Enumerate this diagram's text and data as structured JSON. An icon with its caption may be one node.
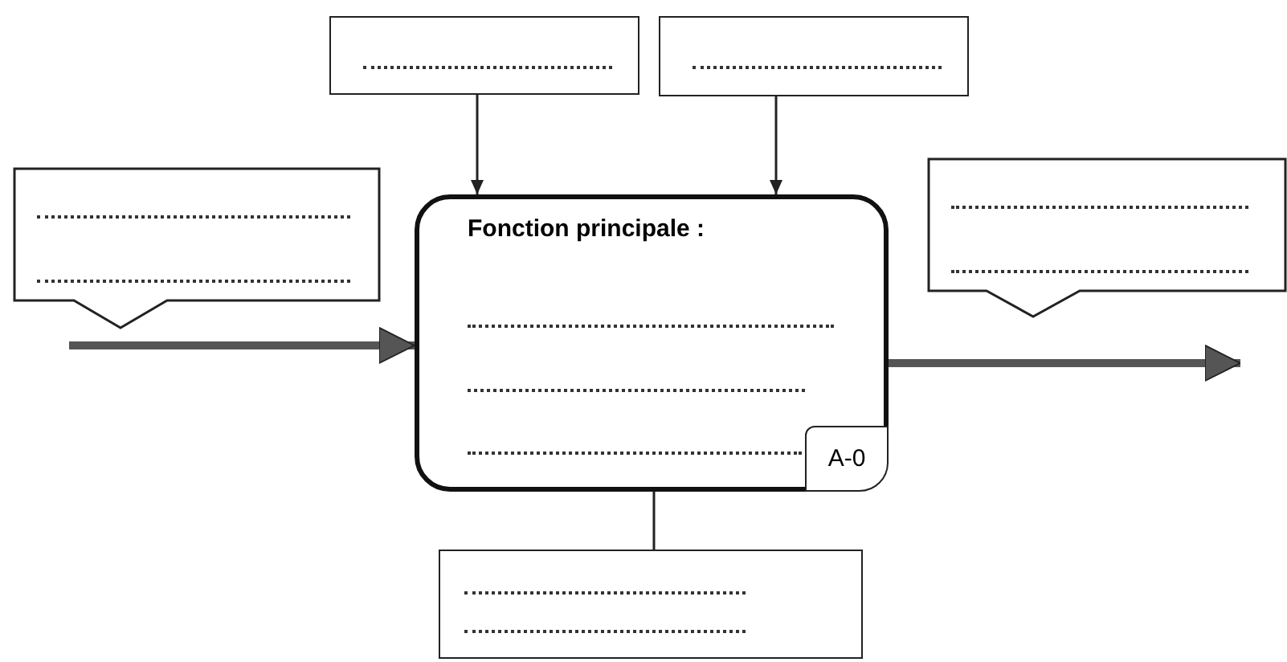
{
  "diagram": {
    "nodes": [
      {
        "text": [],
        "shape": "box"
      },
      {
        "text": [],
        "shape": "box"
      },
      {
        "text": [],
        "shape": "box"
      },
      {
        "text": [
          "Fonction principale :"
        ]
      },
      {
        "text": [
          "A-0"
        ],
        "in": 3
      },
      {
        "text": [],
        "shape": "box"
      },
      {
        "text": [],
        "shape": "box"
      }
    ],
    "edges": [
      {
        "from": 0,
        "to": 3,
        "arrow": "to"
      },
      {
        "from": 1,
        "to": 3,
        "arrow": "to"
      },
      {
        "from": null,
        "to": 3,
        "arrow": "to",
        "style": "thick"
      },
      {
        "from": 3,
        "to": null,
        "arrow": "to",
        "style": "thick"
      },
      {
        "from": 6,
        "to": 3,
        "arrow": "none"
      }
    ]
  }
}
